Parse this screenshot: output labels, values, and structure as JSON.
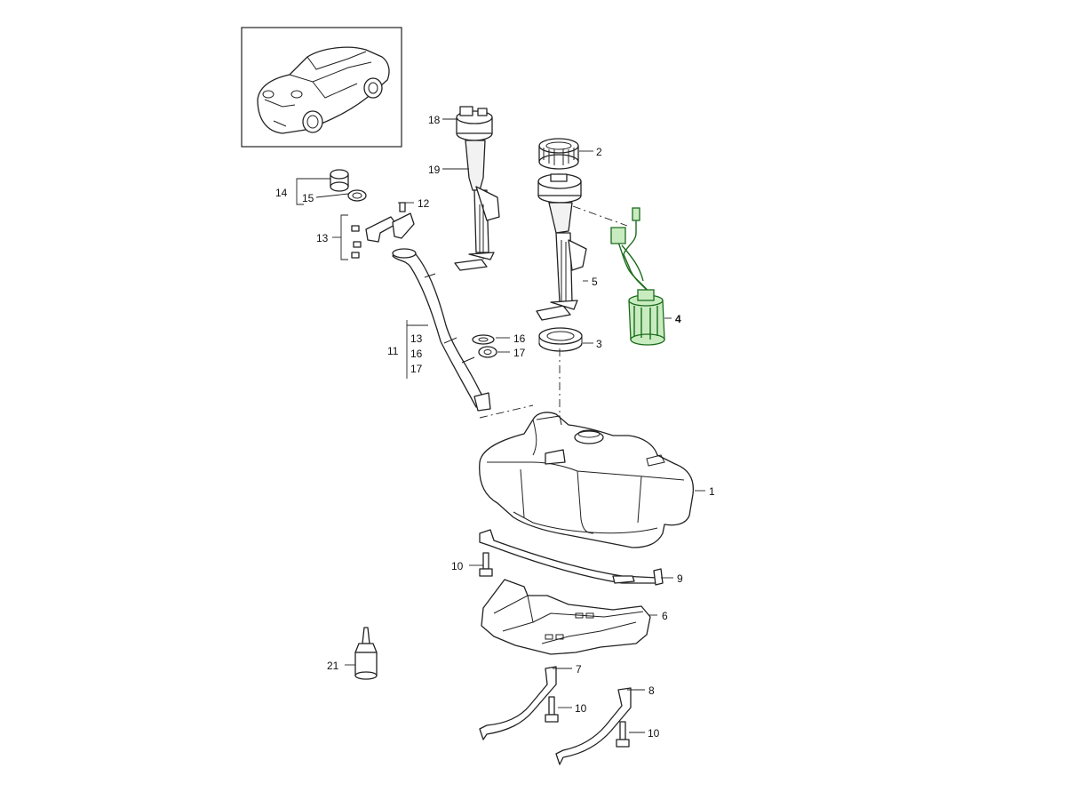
{
  "callouts": [
    {
      "id": "c1",
      "label": "1"
    },
    {
      "id": "c2",
      "label": "2"
    },
    {
      "id": "c3",
      "label": "3"
    },
    {
      "id": "c4",
      "label": "4",
      "highlighted": true
    },
    {
      "id": "c5",
      "label": "5"
    },
    {
      "id": "c6",
      "label": "6"
    },
    {
      "id": "c7",
      "label": "7"
    },
    {
      "id": "c8",
      "label": "8"
    },
    {
      "id": "c9",
      "label": "9"
    },
    {
      "id": "c10a",
      "label": "10"
    },
    {
      "id": "c10b",
      "label": "10"
    },
    {
      "id": "c10c",
      "label": "10"
    },
    {
      "id": "c11",
      "label": "11"
    },
    {
      "id": "c11_13",
      "label": "13"
    },
    {
      "id": "c11_16",
      "label": "16"
    },
    {
      "id": "c11_17",
      "label": "17"
    },
    {
      "id": "c12",
      "label": "12"
    },
    {
      "id": "c13",
      "label": "13"
    },
    {
      "id": "c14",
      "label": "14"
    },
    {
      "id": "c15",
      "label": "15"
    },
    {
      "id": "c16",
      "label": "16"
    },
    {
      "id": "c17",
      "label": "17"
    },
    {
      "id": "c18",
      "label": "18"
    },
    {
      "id": "c19",
      "label": "19"
    },
    {
      "id": "c21",
      "label": "21"
    }
  ],
  "colors": {
    "highlight_fill": "#c8ecc0",
    "highlight_stroke": "#1c6b1c",
    "line": "#222222",
    "background": "#ffffff"
  }
}
